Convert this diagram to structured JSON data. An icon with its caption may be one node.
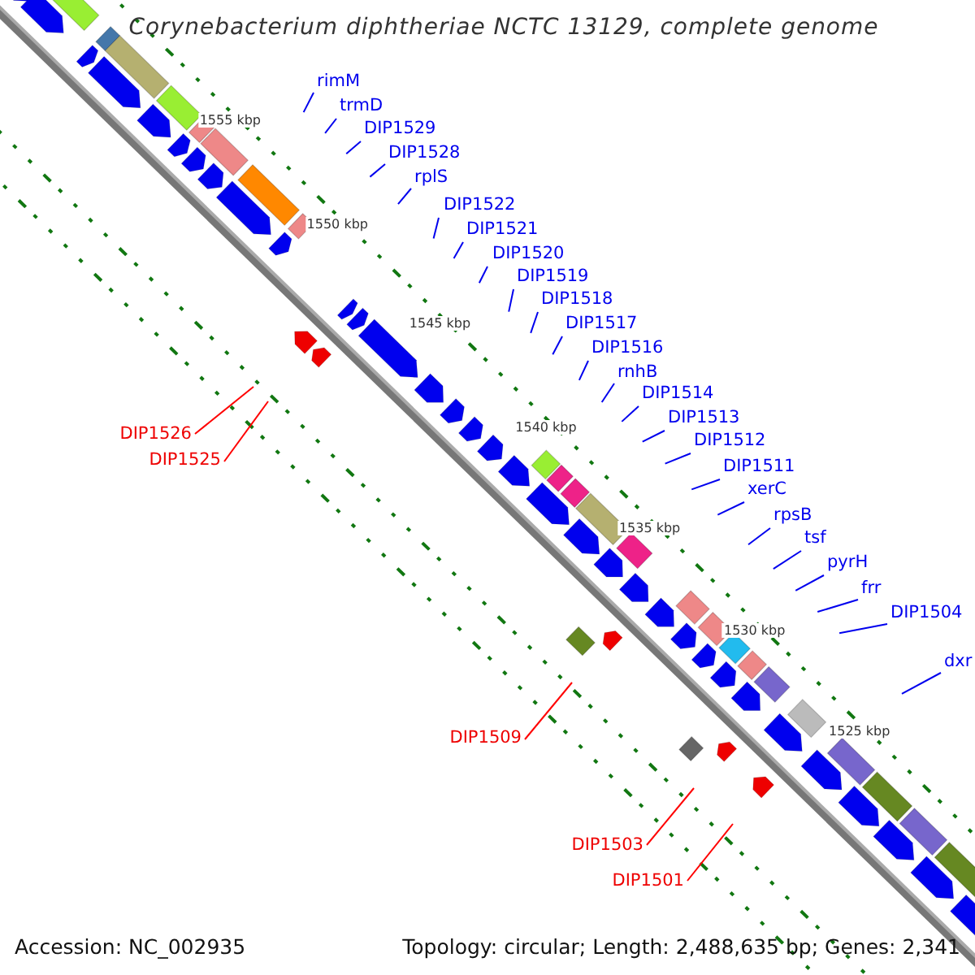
{
  "diagram": {
    "title": "Corynebacterium diphtheriae NCTC 13129, complete genome",
    "nodes": [
      {
        "text": [
          "rimM"
        ]
      },
      {
        "text": [
          "trmD"
        ]
      },
      {
        "text": [
          "DIP1529"
        ]
      },
      {
        "text": [
          "DIP1528"
        ]
      },
      {
        "text": [
          "rplS"
        ]
      },
      {
        "text": [
          "DIP1522"
        ]
      },
      {
        "text": [
          "DIP1521"
        ]
      },
      {
        "text": [
          "DIP1520"
        ]
      },
      {
        "text": [
          "DIP1519"
        ]
      },
      {
        "text": [
          "DIP1518"
        ]
      },
      {
        "text": [
          "DIP1517"
        ]
      },
      {
        "text": [
          "DIP1516"
        ]
      },
      {
        "text": [
          "rnhB"
        ]
      },
      {
        "text": [
          "DIP1514"
        ]
      },
      {
        "text": [
          "DIP1513"
        ]
      },
      {
        "text": [
          "DIP1526"
        ]
      },
      {
        "text": [
          "DIP1512"
        ]
      },
      {
        "text": [
          "DIP1525"
        ]
      },
      {
        "text": [
          "DIP1511"
        ]
      },
      {
        "text": [
          "xerC"
        ]
      },
      {
        "text": [
          "rpsB"
        ]
      },
      {
        "text": [
          "tsf"
        ]
      },
      {
        "text": [
          "pyrH"
        ]
      },
      {
        "text": [
          "frr"
        ]
      },
      {
        "text": [
          "DIP1504"
        ]
      },
      {
        "text": [
          "dxr"
        ]
      },
      {
        "text": [
          "DIP1509"
        ]
      },
      {
        "text": [
          "DIP1503"
        ]
      },
      {
        "text": [
          "DIP1501"
        ]
      }
    ],
    "edges": [
      {
        "from": 0,
        "to": null,
        "arrow": "none"
      },
      {
        "from": 1,
        "to": null,
        "arrow": "none"
      },
      {
        "from": 2,
        "to": null,
        "arrow": "none"
      },
      {
        "from": 3,
        "to": null,
        "arrow": "none"
      },
      {
        "from": 4,
        "to": null,
        "arrow": "none"
      },
      {
        "from": 5,
        "to": null,
        "arrow": "none"
      },
      {
        "from": 6,
        "to": null,
        "arrow": "none"
      },
      {
        "from": 7,
        "to": null,
        "arrow": "none"
      },
      {
        "from": 8,
        "to": null,
        "arrow": "none"
      },
      {
        "from": 9,
        "to": null,
        "arrow": "none"
      },
      {
        "from": 10,
        "to": null,
        "arrow": "none"
      },
      {
        "from": 11,
        "to": null,
        "arrow": "none"
      },
      {
        "from": 12,
        "to": null,
        "arrow": "none"
      },
      {
        "from": 13,
        "to": null,
        "arrow": "none"
      },
      {
        "from": 14,
        "to": null,
        "arrow": "none"
      },
      {
        "from": 15,
        "to": null,
        "arrow": "none",
        "color": "#ff0000"
      },
      {
        "from": 16,
        "to": null,
        "arrow": "none"
      },
      {
        "from": 17,
        "to": null,
        "arrow": "none",
        "color": "#ff0000"
      },
      {
        "from": 18,
        "to": null,
        "arrow": "none"
      },
      {
        "from": 19,
        "to": null,
        "arrow": "none"
      },
      {
        "from": 20,
        "to": null,
        "arrow": "none"
      },
      {
        "from": 21,
        "to": null,
        "arrow": "none"
      },
      {
        "from": 22,
        "to": null,
        "arrow": "none"
      },
      {
        "from": 23,
        "to": null,
        "arrow": "none"
      },
      {
        "from": 24,
        "to": null,
        "arrow": "none"
      },
      {
        "from": 25,
        "to": null,
        "arrow": "none"
      },
      {
        "from": 26,
        "to": null,
        "arrow": "none",
        "color": "#ff0000"
      },
      {
        "from": 27,
        "to": null,
        "arrow": "none",
        "color": "#ff0000"
      },
      {
        "from": 28,
        "to": null,
        "arrow": "none",
        "color": "#ff0000"
      }
    ],
    "labels": [
      "1555 kbp",
      "1550 kbp",
      "1545 kbp",
      "1540 kbp",
      "1535 kbp",
      "1530 kbp",
      "1525 kbp",
      "Accession: NC_002935",
      "Topology: circular; Length: 2,488,635 bp; Genes: 2,341"
    ]
  }
}
